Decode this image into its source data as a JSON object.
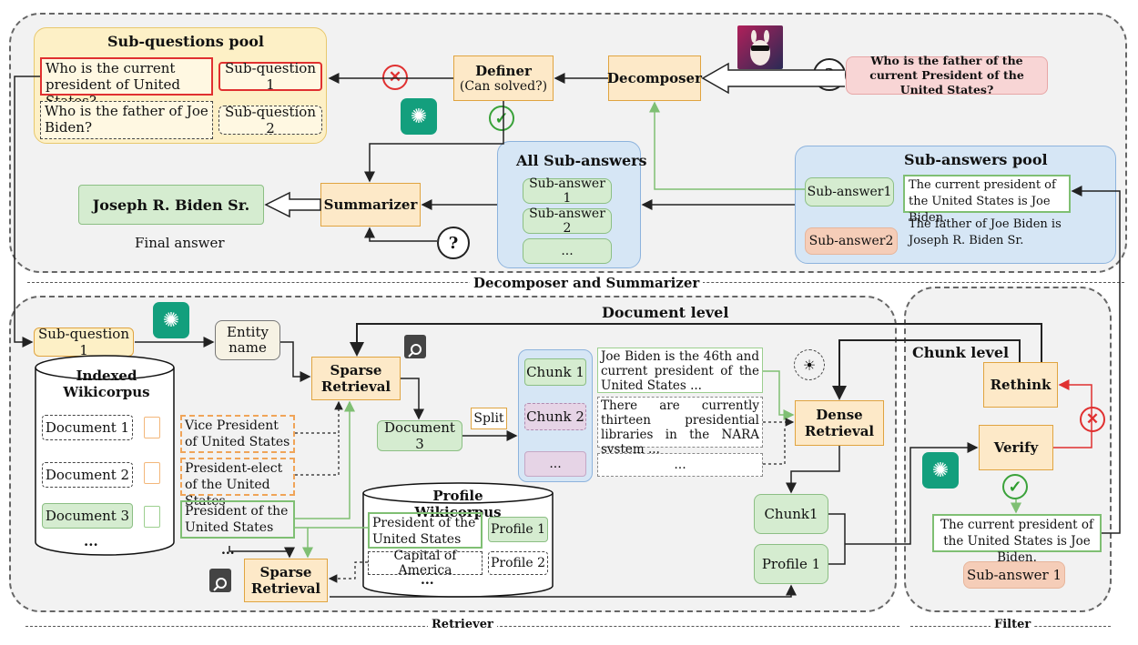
{
  "sections": {
    "decomposer_summarizer": "Decomposer and Summarizer",
    "retriever": "Retriever",
    "filter": "Filter",
    "document_level": "Document level",
    "chunk_level": "Chunk level"
  },
  "top": {
    "subq_pool_title": "Sub-questions pool",
    "subq1_text": "Who is the current president of United States?",
    "subq1_label": "Sub-question 1",
    "subq2_text": "Who is the father of Joe Biden?",
    "subq2_label": "Sub-question 2",
    "definer_title": "Definer",
    "definer_sub": "(Can solved?)",
    "decomposer": "Decomposer",
    "question": "Who is the father of the current President of the United States?",
    "all_sub_answers_title": "All Sub-answers",
    "sub_answers": [
      "Sub-answer 1",
      "Sub-answer 2",
      "..."
    ],
    "summarizer": "Summarizer",
    "final_answer": "Joseph R. Biden Sr.",
    "final_answer_label": "Final answer",
    "sub_answers_pool_title": "Sub-answers pool",
    "pool_answer1_label": "Sub-answer1",
    "pool_answer1_text": "The current president of the United States is Joe Biden.",
    "pool_answer2_label": "Sub-answer2",
    "pool_answer2_text": "The father of Joe Biden  is Joseph R. Biden Sr."
  },
  "retriever": {
    "subq1": "Sub-question 1",
    "entity_name": "Entity name",
    "sparse_retrieval_1": "Sparse Retrieval",
    "sparse_retrieval_2": "Sparse Retrieval",
    "indexed_title": "Indexed Wikicorpus",
    "documents": [
      "Document 1",
      "Document 2",
      "Document 3",
      "..."
    ],
    "candidates": [
      "Vice President of United States",
      "President-elect of the United States",
      "President of the United States",
      "..."
    ],
    "document3": "Document 3",
    "split": "Split",
    "chunks": [
      "Chunk 1",
      "Chunk 2",
      "..."
    ],
    "chunk_texts": [
      "Joe Biden is the 46th and current president of the United States ...",
      "There are currently thirteen presidential libraries in the NARA system ...",
      "..."
    ],
    "dense_retrieval": "Dense Retrieval",
    "profile_title": "Profile Wikicorpus",
    "profile_rows": [
      {
        "text": "President of the United States",
        "label": "Profile 1"
      },
      {
        "text": "Capital of America",
        "label": "Profile 2"
      }
    ],
    "profile_more": "...",
    "chunk1_out": "Chunk1",
    "profile1_out": "Profile 1"
  },
  "filter": {
    "rethink": "Rethink",
    "verify": "Verify",
    "answer_text": "The current president of the United States is Joe Biden.",
    "sub_answer_label": "Sub-answer 1"
  },
  "icons": [
    "openai-icon",
    "llama-avatar-icon",
    "question-icon",
    "check-icon",
    "cross-icon",
    "search-doc-icon",
    "lightbulb-icon",
    "document-icon"
  ]
}
